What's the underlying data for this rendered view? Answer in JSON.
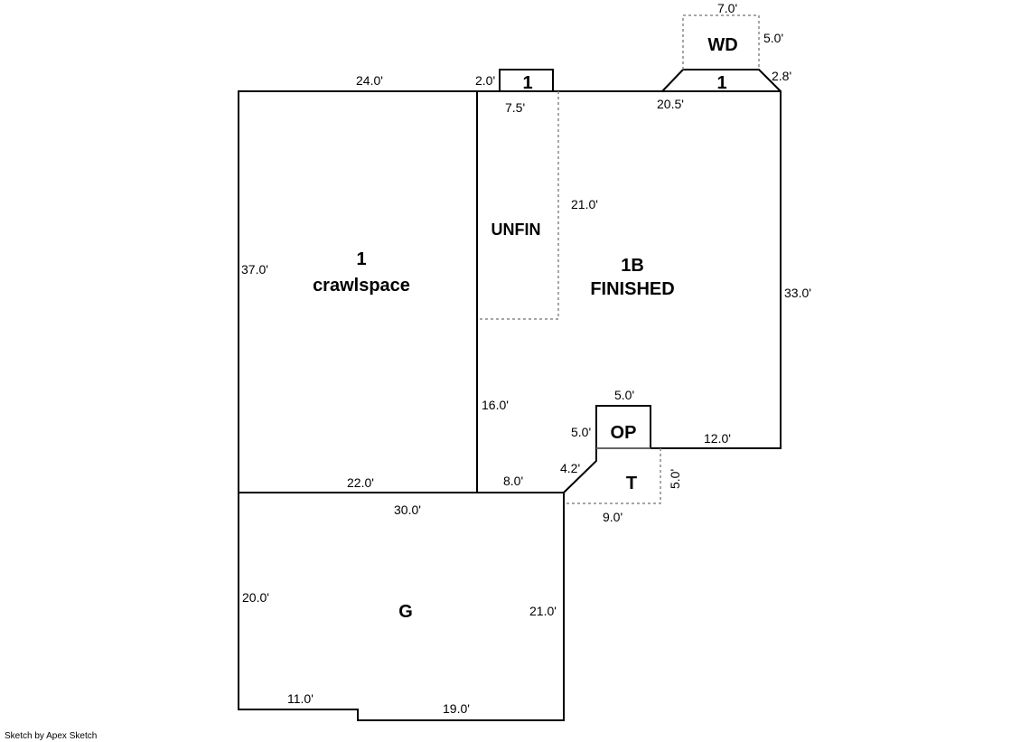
{
  "areas": {
    "main": {
      "line1": "1",
      "line2": "crawlspace"
    },
    "unfin": "UNFIN",
    "finished": {
      "line1": "1B",
      "line2": "FINISHED"
    },
    "top_bump": "1",
    "right_bump": "1",
    "wd": "WD",
    "op": "OP",
    "t": "T",
    "garage": "G"
  },
  "dimensions": {
    "top_left": "24.0'",
    "bump_side": "2.0'",
    "unfin_width": "7.5'",
    "finished_top": "20.5'",
    "wd_width": "7.0'",
    "wd_depth": "5.0'",
    "right_bump_side": "2.8'",
    "unfin_depth": "21.0'",
    "left_side": "37.0'",
    "right_side": "33.0'",
    "finished_lower_left": "16.0'",
    "op_width": "5.0'",
    "op_depth": "5.0'",
    "finished_bottom": "12.0'",
    "chamfer": "4.2'",
    "t_depth": "5.0'",
    "t_width": "9.0'",
    "crawl_bottom": "22.0'",
    "finished_bottom_left": "8.0'",
    "garage_top": "30.0'",
    "garage_left": "20.0'",
    "garage_right": "21.0'",
    "garage_bottom_left": "11.0'",
    "garage_bottom_right": "19.0'"
  },
  "credit": "Sketch by Apex Sketch"
}
